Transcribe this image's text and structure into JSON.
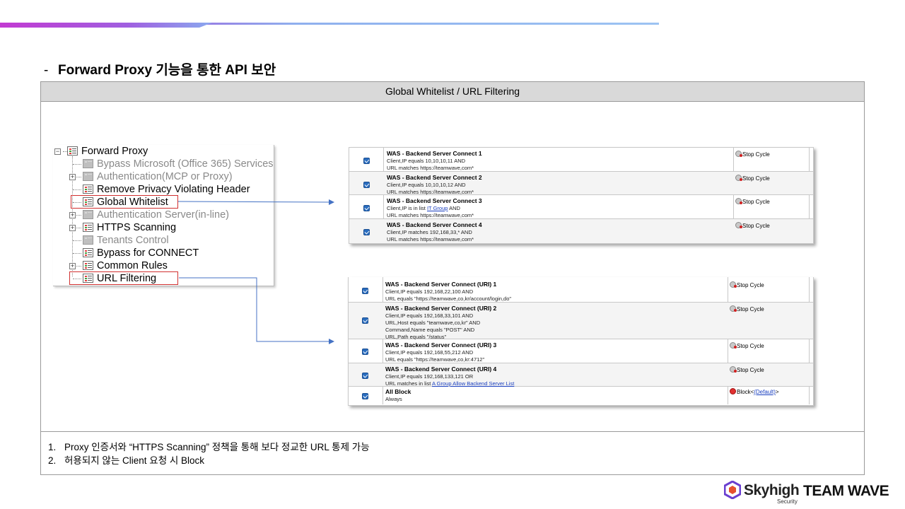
{
  "title": "Forward Proxy 기능을 통한 API 보안",
  "title_bullet": "-",
  "panel_header": "Global Whitelist / URL Filtering",
  "tree": [
    {
      "label": "Forward Proxy",
      "gray": false
    },
    {
      "label": "Bypass Microsoft (Office 365) Services",
      "gray": true
    },
    {
      "label": "Authentication(MCP or Proxy)",
      "gray": true
    },
    {
      "label": "Remove Privacy Violating Header",
      "gray": false
    },
    {
      "label": "Global Whitelist",
      "gray": false
    },
    {
      "label": "Authentication Server(in-line)",
      "gray": true
    },
    {
      "label": "HTTPS Scanning",
      "gray": false
    },
    {
      "label": "Tenants Control",
      "gray": true
    },
    {
      "label": "Bypass for CONNECT",
      "gray": false
    },
    {
      "label": "Common Rules",
      "gray": false
    },
    {
      "label": "URL Filtering",
      "gray": false
    }
  ],
  "whitelist_rules": [
    {
      "name": "WAS - Backend Server Connect 1",
      "cond1": "Client,IP equals 10,10,10,11 AND",
      "cond2": "URL matches https://teamwave,com*",
      "action": "Stop Cycle"
    },
    {
      "name": "WAS - Backend Server Connect 2",
      "cond1": "Client,IP equals 10,10,10,12 AND",
      "cond2": "URL matches https://teamwave,com*",
      "action": "Stop Cycle"
    },
    {
      "name": "WAS - Backend Server Connect 3",
      "cond1": "Client,IP is in list ",
      "cond1_link": "IT Group",
      "cond1_tail": " AND",
      "cond2": "URL matches https://teamwave,com*",
      "action": "Stop Cycle"
    },
    {
      "name": "WAS - Backend Server Connect 4",
      "cond1": "Client,IP matches 192,168,33,* AND",
      "cond2": "URL matches https://teamwave,com*",
      "action": "Stop Cycle"
    }
  ],
  "url_rules": [
    {
      "name": "WAS - Backend Server Connect (URI) 1",
      "cond": "Client,IP equals 192,168,22,100 AND\nURL equals \"https://teamwave,co,kr/account/login,do\"",
      "action": "Stop Cycle"
    },
    {
      "name": "WAS - Backend Server Connect (URI) 2",
      "cond": "Client,IP equals 192,168,33,101 AND\nURL,Host equals \"teamwave,co,kr\" AND\nCommand,Name equals \"POST\" AND\nURL,Path equals \"/status\"",
      "action": "Stop Cycle"
    },
    {
      "name": "WAS - Backend Server Connect (URI) 3",
      "cond": "Client,IP equals 192,168,55,212 AND\nURL equals \"https://teamwave,co,kr:4712\"",
      "action": "Stop Cycle"
    },
    {
      "name": "WAS - Backend Server Connect (URI) 4",
      "cond": "Client,IP equals 192,168,133,121 OR\nURL matches in list ",
      "cond_link": "A Group Allow Backend Server List",
      "action": "Stop Cycle"
    },
    {
      "name": "All Block",
      "cond": "Always",
      "action": "Block",
      "action_link": "(Default)"
    }
  ],
  "notes": [
    {
      "num": "1.",
      "text": "Proxy 인증서와 “HTTPS Scanning” 정책을 통해 보다 정교한 URL 통제 가능"
    },
    {
      "num": "2.",
      "text": "허용되지 않는 Client 요청 시 Block"
    }
  ],
  "logo": {
    "brand": "Skyhigh",
    "sub": "Security",
    "partner": "TEAM WAVE",
    "hex_color": "#6a3fd0"
  }
}
